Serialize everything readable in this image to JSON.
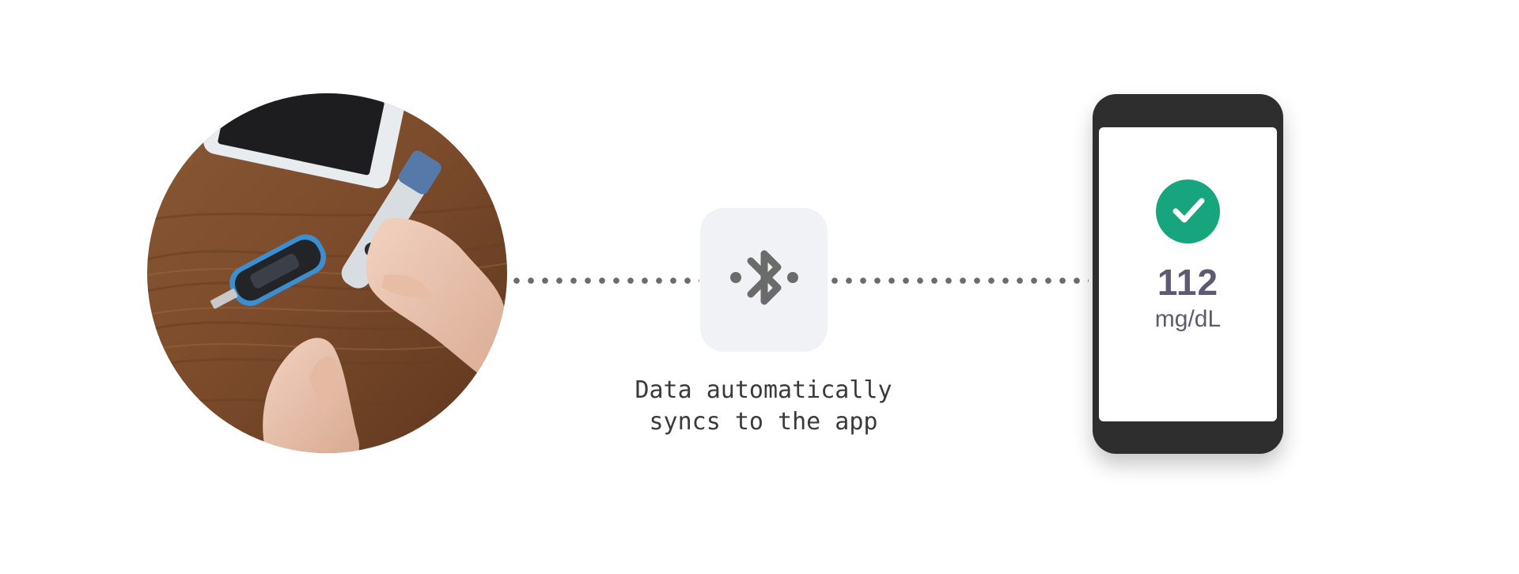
{
  "connection": {
    "icon": "bluetooth-icon",
    "caption": "Data automatically\nsyncs to the app"
  },
  "photo": {
    "subject": "glucose-meter-photo"
  },
  "phone": {
    "status_icon": "check-icon",
    "reading_value": "112",
    "reading_unit": "mg/dL"
  },
  "colors": {
    "accent_green": "#17a57e",
    "reading_text": "#5d5a72",
    "phone_body": "#2e2e2e",
    "tile_bg": "#f0f2f5",
    "dotted_line": "#6b6b6b"
  }
}
